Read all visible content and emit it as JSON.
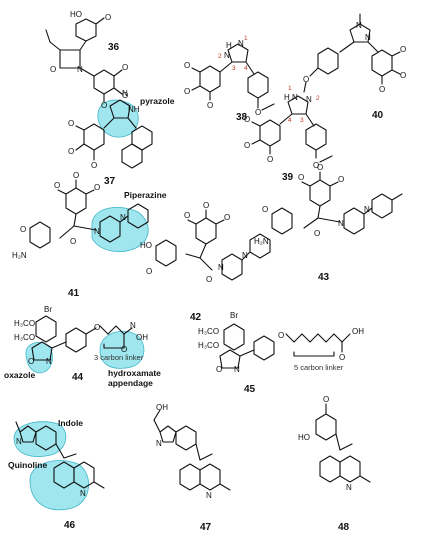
{
  "colors": {
    "highlight_fill": "#7fdde8",
    "highlight_stroke": "#3fb6c8",
    "ring_number": "#c0392b",
    "bond": "#111111"
  },
  "compounds": {
    "c36": "36",
    "c37": "37",
    "c38": "38",
    "c39": "39",
    "c40": "40",
    "c41": "41",
    "c42": "42",
    "c43": "43",
    "c44": "44",
    "c45": "45",
    "c46": "46",
    "c47": "47",
    "c48": "48"
  },
  "highlights": {
    "pyrazole": "pyrazole",
    "piperazine": "Piperazine",
    "oxazole": "oxazole",
    "hydroxamate": "hydroxamate",
    "appendage": "appendage",
    "indole": "Indole",
    "quinoline": "Quinoline"
  },
  "linkers": {
    "l44": "3 carbon linker",
    "l45": "5 carbon linker"
  },
  "atoms": {
    "HO": "HO",
    "O": "O",
    "N": "N",
    "NH": "NH",
    "H": "H",
    "H2N": "H₂N",
    "H3CO": "H₃CO",
    "Br": "Br",
    "OH": "OH",
    "NO": "N"
  },
  "ring_numbers": {
    "one": "1",
    "two": "2",
    "three": "3",
    "four": "4"
  }
}
